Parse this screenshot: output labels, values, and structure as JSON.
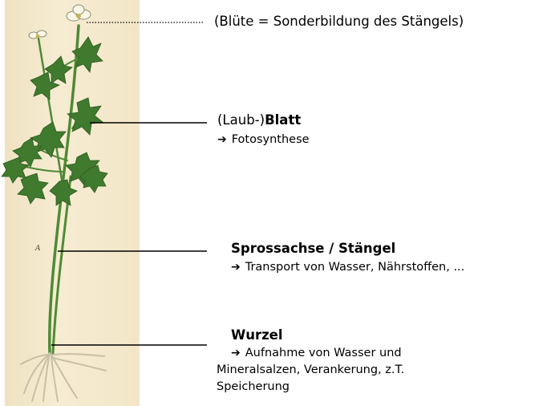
{
  "labels": {
    "flower": "(Blüte = Sonderbildung des Stängels)",
    "leaf": {
      "title_prefix": "(Laub-)",
      "title_bold": "Blatt",
      "function": "Fotosynthese"
    },
    "stem": {
      "title": "Sprossachse / Stängel",
      "function": "Transport von Wasser, Nährstoffen, ..."
    },
    "root": {
      "title": "Wurzel",
      "function_line1": "Aufnahme von Wasser und",
      "function_line2": "Mineralsalzen, Verankerung, z.T.",
      "function_line3": "Speicherung"
    }
  },
  "arrow_glyph": "➔",
  "plate_mark": "A",
  "colors": {
    "plate_background": "#f3e6c7",
    "leaf_green": "#3f7a2e",
    "stem_green": "#4f8a35",
    "root": "#c9bfa4",
    "leader_line": "#000000"
  }
}
